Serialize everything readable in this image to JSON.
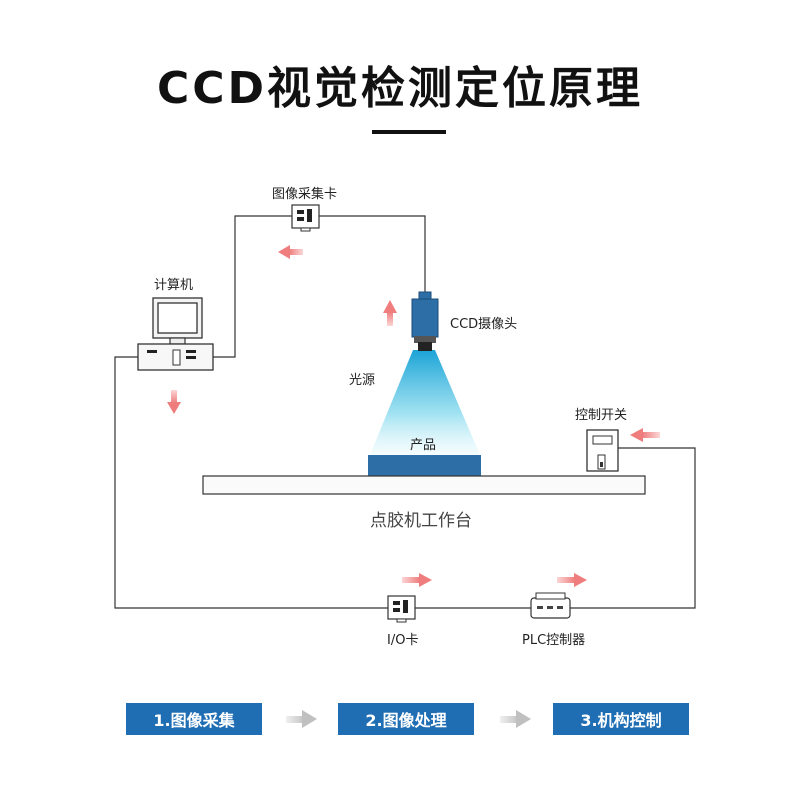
{
  "title": "CCD视觉检测定位原理",
  "labels": {
    "capture_card": "图像采集卡",
    "computer": "计算机",
    "ccd_camera": "CCD摄像头",
    "light_source": "光源",
    "product": "产品",
    "control_switch": "控制开关",
    "workbench": "点胶机工作台",
    "io_card": "I/O卡",
    "plc": "PLC控制器"
  },
  "steps": [
    {
      "label": "1.图像采集"
    },
    {
      "label": "2.图像处理"
    },
    {
      "label": "3.机构控制"
    }
  ],
  "colors": {
    "accent": "#1f6db3",
    "arrow": "#f39a9a",
    "line": "#333333",
    "light_beam": "#7fd3ea"
  },
  "icons": [
    "capture-card-icon",
    "computer-icon",
    "camera-icon",
    "switch-icon",
    "io-card-icon",
    "plc-icon",
    "arrow-icon"
  ]
}
